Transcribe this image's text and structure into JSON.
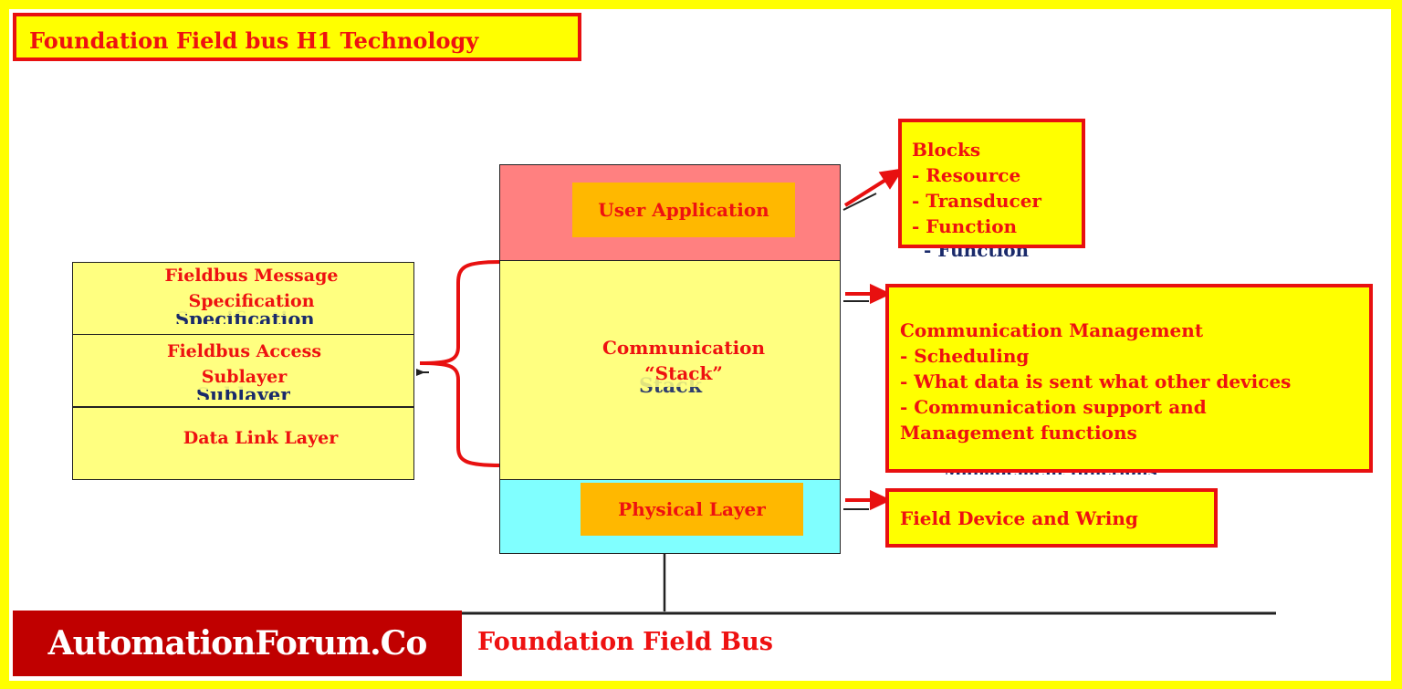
{
  "title": "Foundation Field bus H1 Technology",
  "stack": {
    "user_application": "User Application",
    "communication_stack": [
      "Communication",
      "“Stack”"
    ],
    "physical_layer": "Physical Layer"
  },
  "sublayers": [
    [
      "Fieldbus Message",
      "Specification"
    ],
    [
      "Fieldbus Access",
      "Sublayer"
    ],
    [
      "Data Link Layer"
    ]
  ],
  "callouts": {
    "blocks": [
      "Blocks",
      "- Resource",
      "- Transducer",
      "- Function"
    ],
    "communication_management": [
      "Communication Management",
      "- Scheduling",
      "- What data  is sent what other devices",
      "- Communication support and",
      "Management functions"
    ],
    "field_device": "Field Device and Wring"
  },
  "footer": {
    "brand": "AutomationForum.Co",
    "caption": "Foundation Field Bus"
  },
  "colors": {
    "frame": "#ffff00",
    "accent_red": "#e81010",
    "user_app_bg": "#ff8080",
    "stack_bg": "#ffff80",
    "physical_bg": "#80ffff",
    "label_highlight": "#ffb800",
    "brand_bg": "#c00000"
  }
}
